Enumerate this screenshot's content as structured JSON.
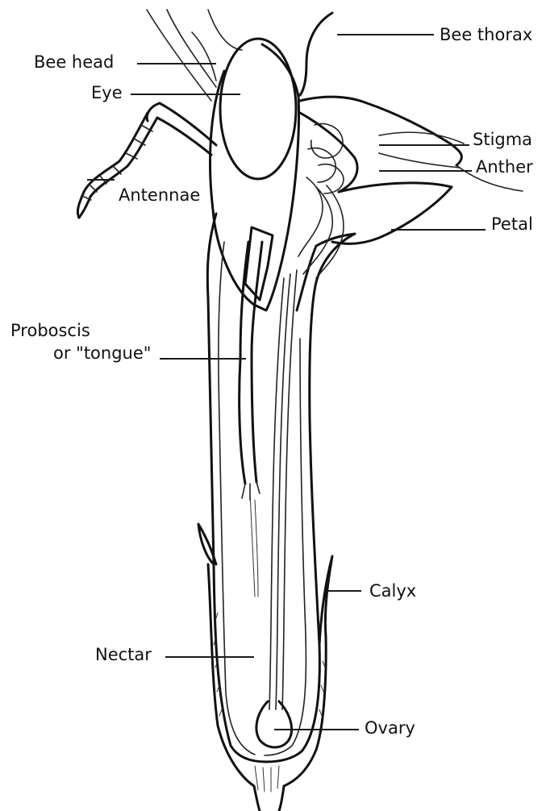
{
  "labels": {
    "bee_thorax": "Bee thorax",
    "bee_head": "Bee head",
    "eye": "Eye",
    "antennae": "Antennae",
    "stigma": "Stigma",
    "anther": "Anther",
    "petal": "Petal",
    "proboscis_line1": "Proboscis",
    "proboscis_line2": "or \"tongue\"",
    "calyx": "Calyx",
    "nectar": "Nectar",
    "ovary": "Ovary"
  }
}
